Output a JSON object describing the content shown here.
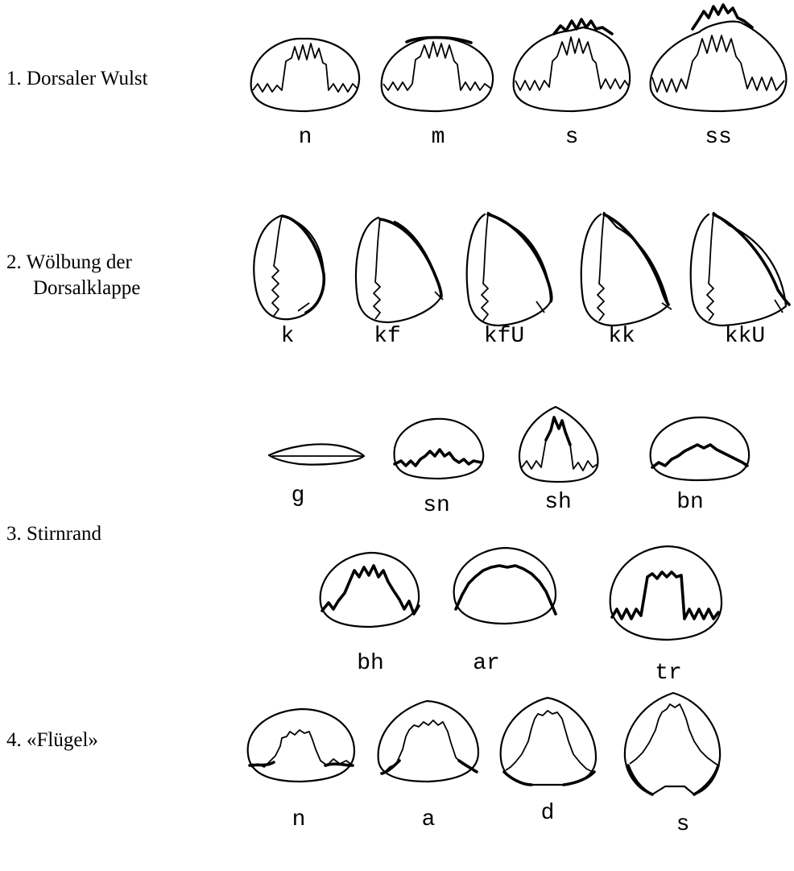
{
  "sections": [
    {
      "number": "1.",
      "label_lines": [
        "Dorsaler Wulst"
      ],
      "codes": [
        "n",
        "m",
        "s",
        "ss"
      ]
    },
    {
      "number": "2.",
      "label_lines": [
        "Wölbung der",
        "Dorsalklappe"
      ],
      "codes": [
        "k",
        "kf",
        "kfU",
        "kk",
        "kkU"
      ]
    },
    {
      "number": "3.",
      "label_lines": [
        "Stirnrand"
      ],
      "codes": [
        "g",
        "sn",
        "sh",
        "bn",
        "bh",
        "ar",
        "tr"
      ]
    },
    {
      "number": "4.",
      "label_lines": [
        "«Flügel»"
      ],
      "codes": [
        "n",
        "a",
        "d",
        "s"
      ]
    }
  ]
}
